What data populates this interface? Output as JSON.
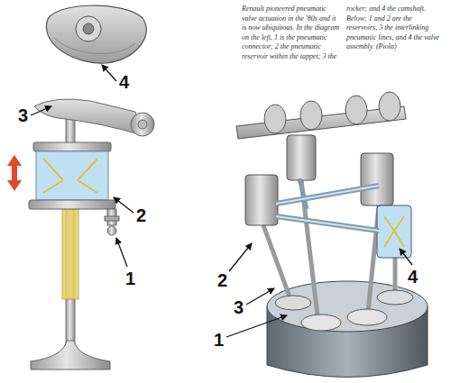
{
  "diagram": {
    "caption": "Renault pioneered pneumatic valve actuation in the '80s and it is now ubiquitous. In the diagram on the left, 1 is the pneumatic connector; 2 the pneumatic reservoir within the tappet; 3 the rocker; and 4 the camshaft. Below; 1 and 2 are the reservoirs, 3 the interlinking pneumatic lines, and 4 the valve assembly. (Piola)",
    "labels": [
      "4",
      "3",
      "2",
      "1",
      "2",
      "3",
      "1",
      "4"
    ]
  }
}
